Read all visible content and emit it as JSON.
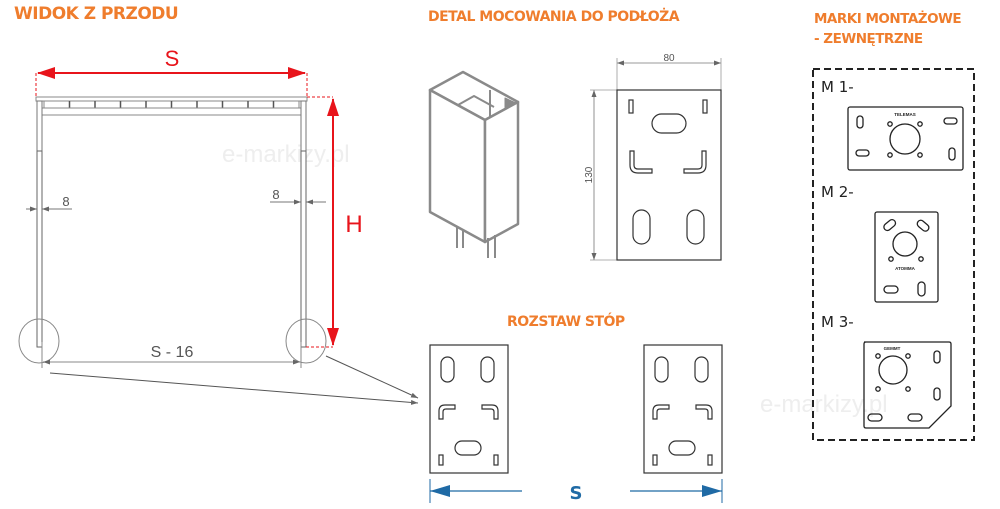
{
  "titles": {
    "front_view": "WIDOK Z PRZODU",
    "mount_detail": "DETAL MOCOWANIA DO PODŁOŻA",
    "marks_line1": "MARKI MONTAŻOWE",
    "marks_line2": "- ZEWNĘTRZNE",
    "feet_spacing": "ROZSTAW STÓP"
  },
  "front_view": {
    "width_label": "S",
    "height_label": "H",
    "post_offset_left": "8",
    "post_offset_right": "8",
    "inner_width_label": "S - 16"
  },
  "mount_detail": {
    "plate_width": "80",
    "plate_height": "130"
  },
  "marks": [
    {
      "label": "M 1-",
      "plate_text": "TELEMAS"
    },
    {
      "label": "M 2-",
      "plate_text": "ATOMMA"
    },
    {
      "label": "M 3-",
      "plate_text": "GEMMT"
    }
  ],
  "feet_spacing": {
    "distance_label": "S"
  },
  "watermark": "e-markizy.pl",
  "colors": {
    "title": "#ef7d2d",
    "dimension_red": "#e8141b",
    "dimension_blue": "#1f6aa5",
    "line": "#333333"
  }
}
